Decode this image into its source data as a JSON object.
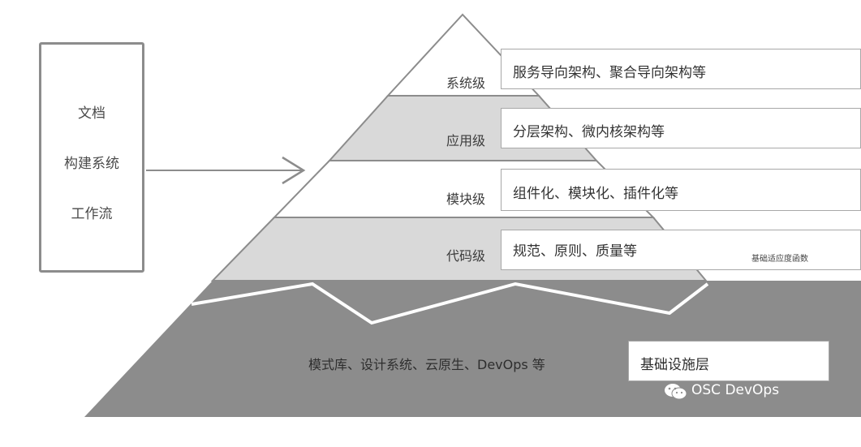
{
  "left_box": {
    "items": [
      "文档",
      "构建系统",
      "工作流"
    ]
  },
  "pyramid": {
    "levels": [
      {
        "label": "系统级",
        "description": "服务导向架构、聚合导向架构等"
      },
      {
        "label": "应用级",
        "description": "分层架构、微内核架构等"
      },
      {
        "label": "模块级",
        "description": "组件化、模块化、插件化等"
      },
      {
        "label": "代码级",
        "description": "规范、原则、质量等",
        "note": "基础适应度函数"
      }
    ],
    "base": {
      "caption": "模式库、设计系统、云原生、DevOps 等",
      "label": "基础设施层"
    }
  },
  "watermark": {
    "text": "OSC DevOps",
    "icon": "wechat-icon"
  },
  "colors": {
    "band_light": "#d9d9d9",
    "band_white": "#ffffff",
    "base_dark": "#8c8c8c",
    "outline": "#8c8c8c"
  }
}
